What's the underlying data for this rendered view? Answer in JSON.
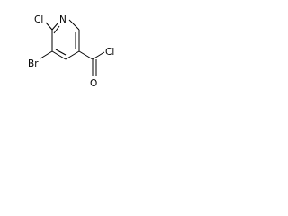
{
  "molecule": {
    "atoms": {
      "n1": "N",
      "cl_ring": "Cl",
      "br": "Br",
      "cl_acyl": "Cl",
      "o": "O"
    }
  }
}
